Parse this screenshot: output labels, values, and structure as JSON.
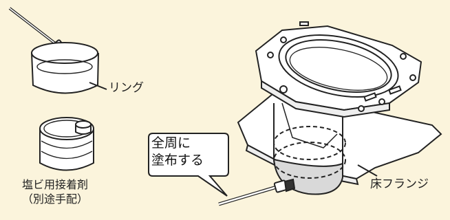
{
  "labels": {
    "ring": "リング",
    "adhesive_line1": "塩ビ用接着剤",
    "adhesive_line2": "（別途手配）",
    "flange": "床フランジ",
    "callout_line1": "全周に",
    "callout_line2": "塗布する"
  },
  "icons": [
    "brush-icon",
    "ring-icon",
    "adhesive-can-icon",
    "floor-flange-icon"
  ],
  "colors": {
    "background": "#fbf4dc",
    "adhesive_fill": "#d9d9d9",
    "line": "#222222"
  }
}
